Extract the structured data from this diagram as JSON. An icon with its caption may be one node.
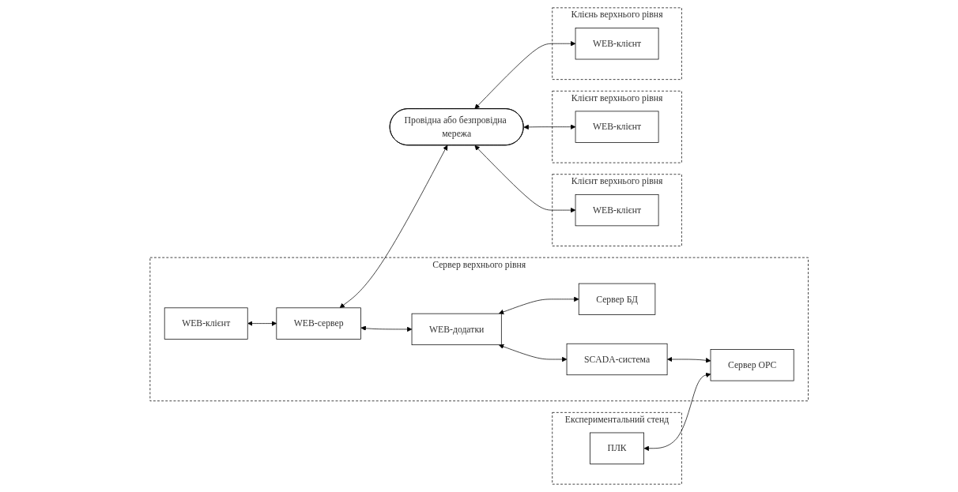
{
  "diagram": {
    "nodes": [
      {
        "text": [
          "Сервер верхнього рівня"
        ]
      },
      {
        "text": [
          "WEB-клієнт"
        ],
        "in": 0
      },
      {
        "text": [
          "WEB-сервер"
        ],
        "in": 0
      },
      {
        "text": [
          "Сервер БД"
        ],
        "in": 0
      },
      {
        "text": [
          "WEB-додатки"
        ],
        "in": 0
      },
      {
        "text": [
          "SCADA-система"
        ],
        "in": 0
      },
      {
        "text": [
          "Сервер OPC"
        ],
        "in": 0
      },
      {
        "text": [
          "Експериментальний стенд"
        ]
      },
      {
        "text": [
          "ПЛК"
        ],
        "in": 7
      },
      {
        "text": [
          "Провідна або безпровідна мережа"
        ]
      },
      {
        "text": [
          "Клієнт верхнього рівня"
        ]
      },
      {
        "text": [
          "WEB-клієнт"
        ],
        "in": 10
      },
      {
        "text": [
          "Клієнт верхнього рівня"
        ]
      },
      {
        "text": [
          "WEB-клієнт"
        ],
        "in": 12
      },
      {
        "text": [
          "Клієнь верхнього рівня"
        ]
      },
      {
        "text": [
          "WEB-клієнт"
        ],
        "in": 14
      }
    ],
    "edges": [
      {
        "from": 1,
        "to": 2,
        "arrow": "both"
      },
      {
        "from": 2,
        "to": 9,
        "arrow": "both"
      },
      {
        "from": 2,
        "to": 4,
        "arrow": "both"
      },
      {
        "from": 4,
        "to": 3,
        "arrow": "both"
      },
      {
        "from": 4,
        "to": 5,
        "arrow": "both"
      },
      {
        "from": 5,
        "to": 6,
        "arrow": "both"
      },
      {
        "from": 8,
        "to": 6,
        "arrow": "both"
      },
      {
        "from": 9,
        "to": 11,
        "arrow": "both"
      },
      {
        "from": 9,
        "to": 13,
        "arrow": "both"
      },
      {
        "from": 9,
        "to": 15,
        "arrow": "both"
      }
    ]
  }
}
